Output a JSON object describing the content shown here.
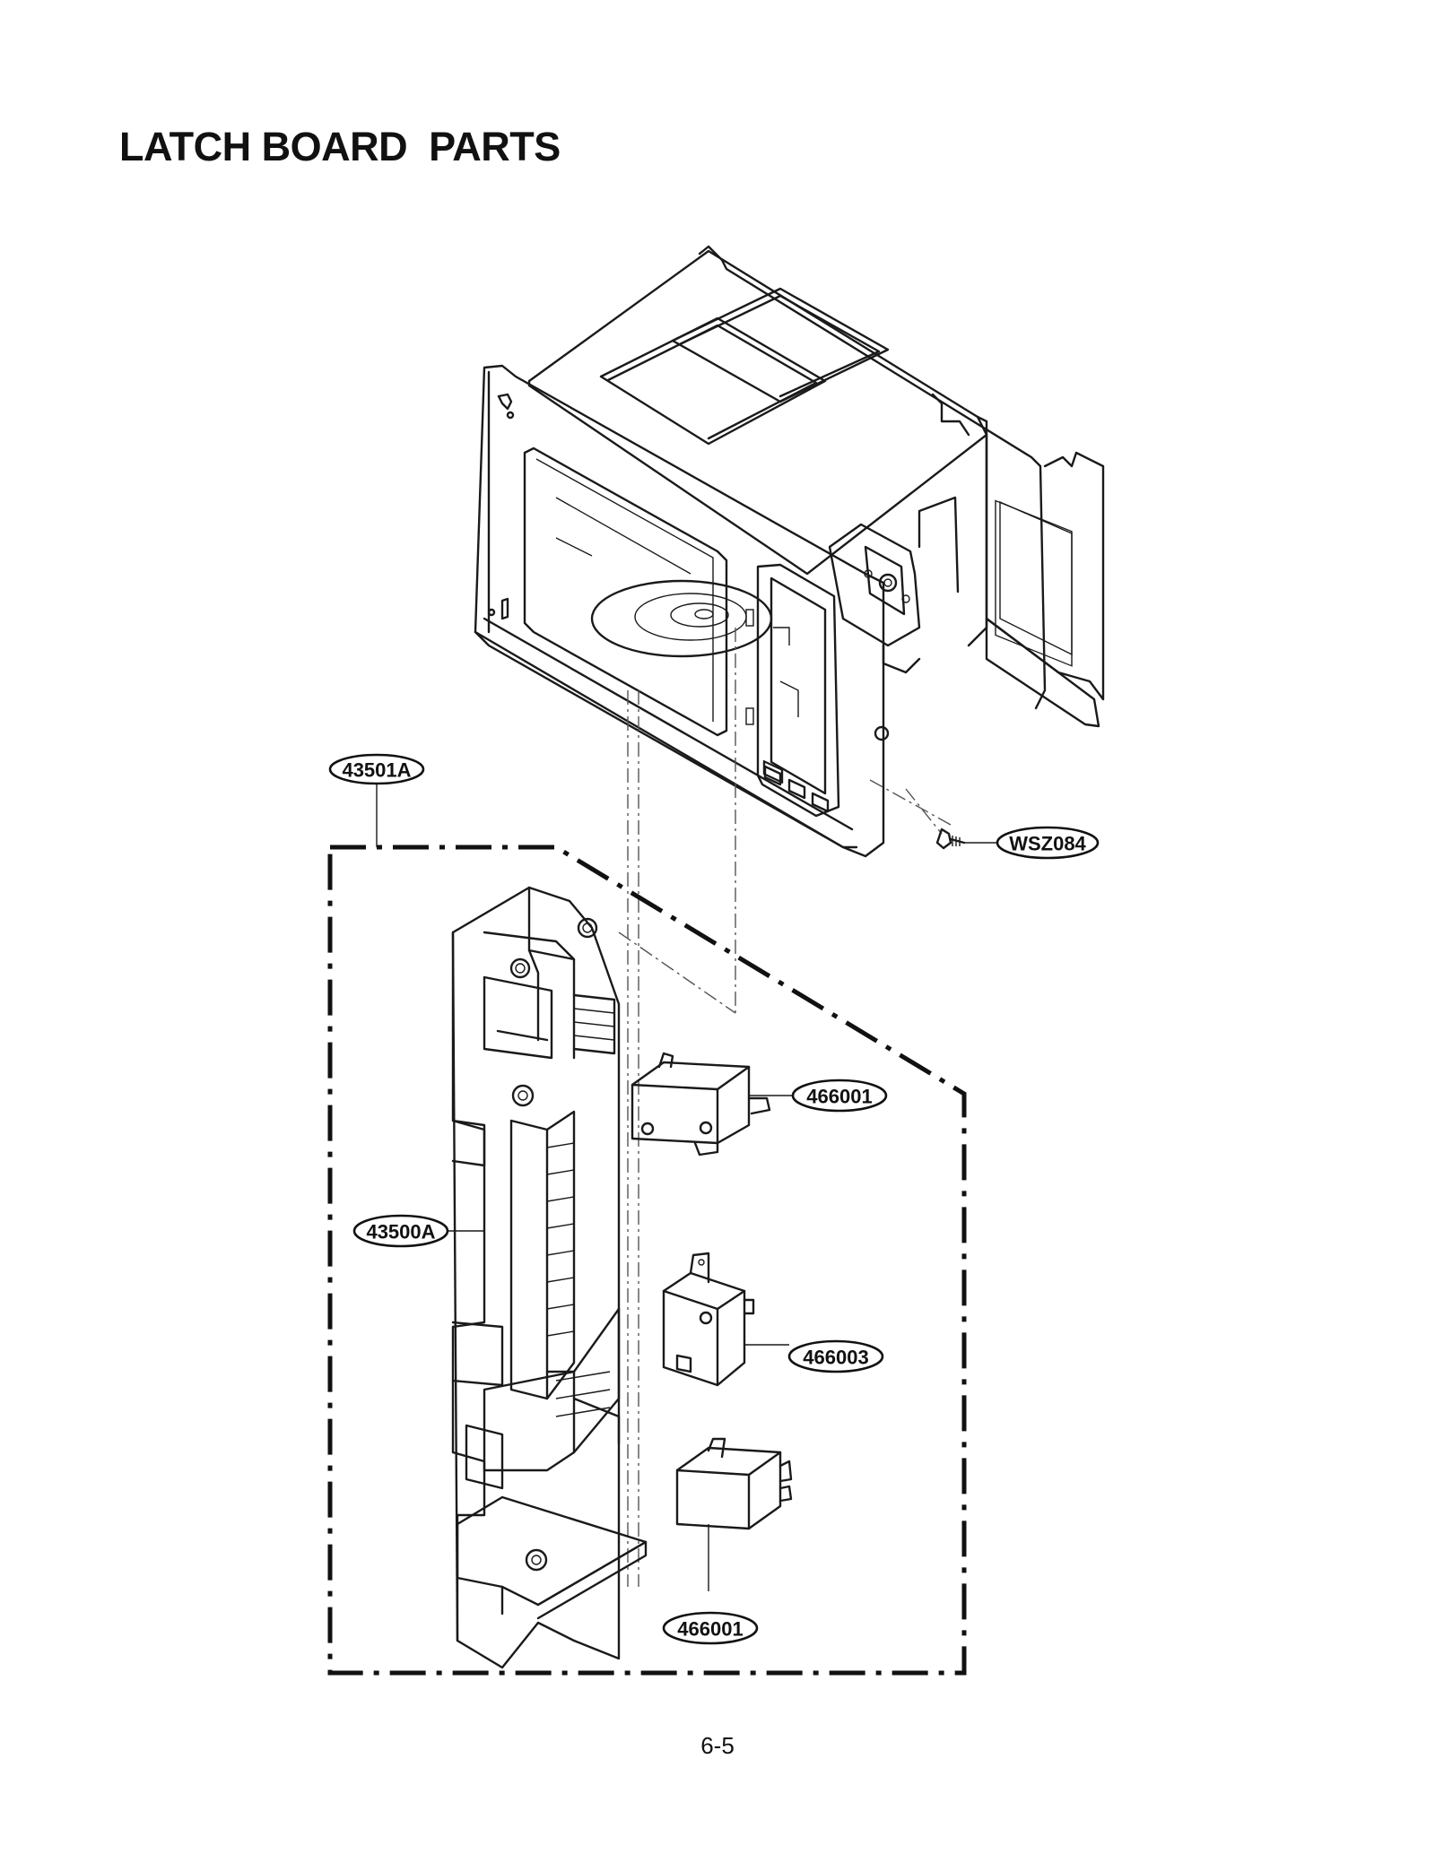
{
  "title": "LATCH BOARD  PARTS",
  "page_number": "6-5",
  "callouts": [
    {
      "id": "latch-board-assembly",
      "label": "43501A"
    },
    {
      "id": "door-screw",
      "label": "WSZ084"
    },
    {
      "id": "switch-upper",
      "label": "466001"
    },
    {
      "id": "latch-board",
      "label": "43500A"
    },
    {
      "id": "switch-middle",
      "label": "466003"
    },
    {
      "id": "switch-lower",
      "label": "466001"
    }
  ]
}
